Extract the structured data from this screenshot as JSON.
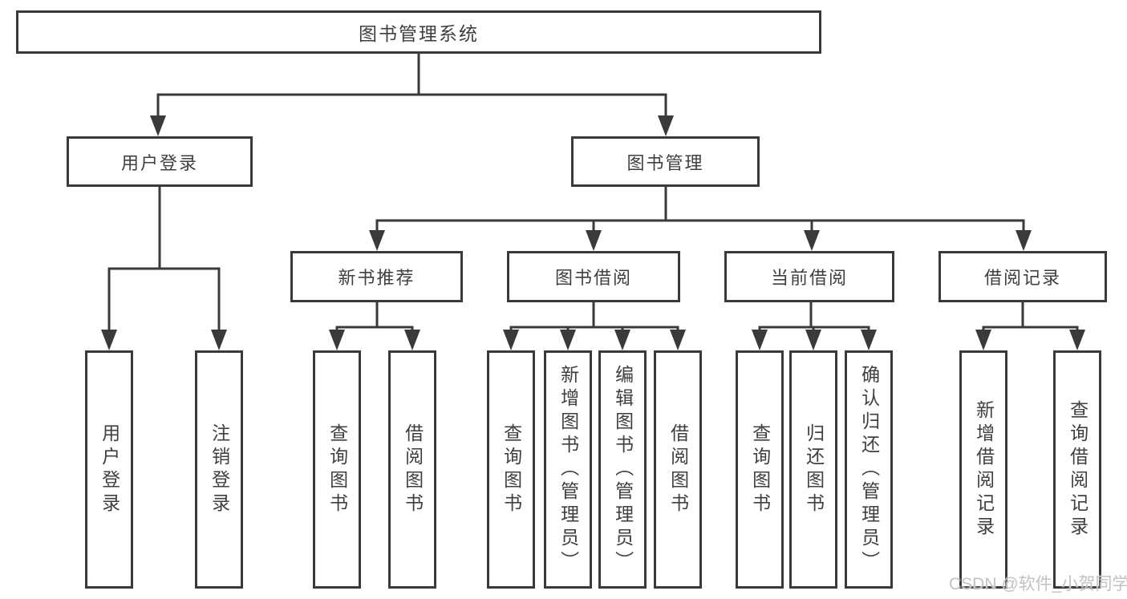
{
  "diagram": {
    "root": {
      "label": "图书管理系统"
    },
    "level2": [
      {
        "label": "用户登录"
      },
      {
        "label": "图书管理"
      }
    ],
    "level3": [
      {
        "label": "新书推荐"
      },
      {
        "label": "图书借阅"
      },
      {
        "label": "当前借阅"
      },
      {
        "label": "借阅记录"
      }
    ],
    "leaves": {
      "user_login": [
        {
          "label": "用户登录"
        },
        {
          "label": "注销登录"
        }
      ],
      "new_book_recommend": [
        {
          "label": "查询图书"
        },
        {
          "label": "借阅图书"
        }
      ],
      "book_borrow": [
        {
          "label": "查询图书"
        },
        {
          "label": "新增图书（管理员）"
        },
        {
          "label": "编辑图书（管理员）"
        },
        {
          "label": "借阅图书"
        }
      ],
      "current_borrow": [
        {
          "label": "查询图书"
        },
        {
          "label": "归还图书"
        },
        {
          "label": "确认归还（管理员）"
        }
      ],
      "borrow_records": [
        {
          "label": "新增借阅记录"
        },
        {
          "label": "查询借阅记录"
        }
      ]
    },
    "colors": {
      "line": "#3a3a3a",
      "text": "#3f3f3f",
      "box_background": "#ffffff",
      "watermark": "#c2c2c2"
    }
  },
  "watermark": {
    "text": "CSDN @软件_小贺同学"
  }
}
